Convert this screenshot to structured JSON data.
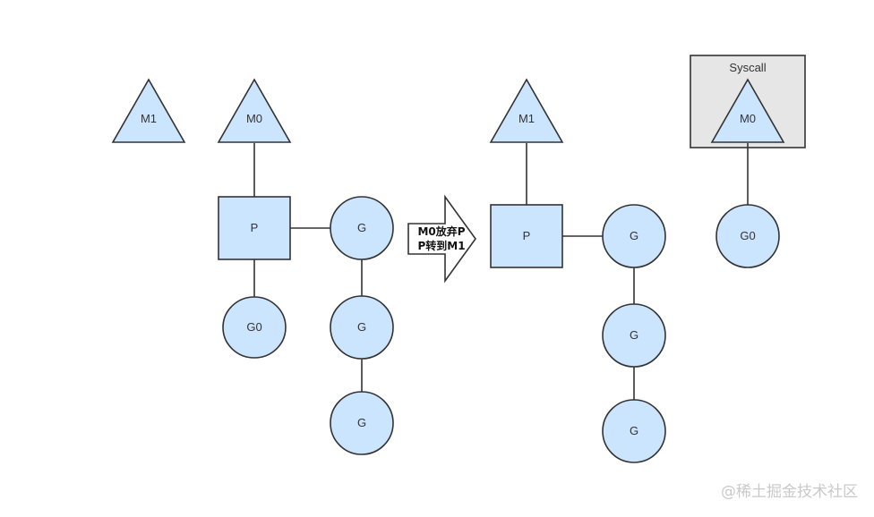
{
  "colors": {
    "node_fill": "#cce5ff",
    "node_stroke": "#333333",
    "syscall_fill": "#e6e6e6",
    "line": "#333333"
  },
  "left": {
    "m1_label": "M1",
    "m0_label": "M0",
    "p_label": "P",
    "g0_label": "G0",
    "g_labels": [
      "G",
      "G",
      "G"
    ]
  },
  "transition": {
    "line1": "M0放弃P",
    "line2": "P转到M1"
  },
  "right": {
    "m1_label": "M1",
    "p_label": "P",
    "g_labels": [
      "G",
      "G",
      "G"
    ],
    "syscall": {
      "title": "Syscall",
      "m0_label": "M0",
      "g0_label": "G0"
    }
  },
  "watermark": "@稀土掘金技术社区"
}
